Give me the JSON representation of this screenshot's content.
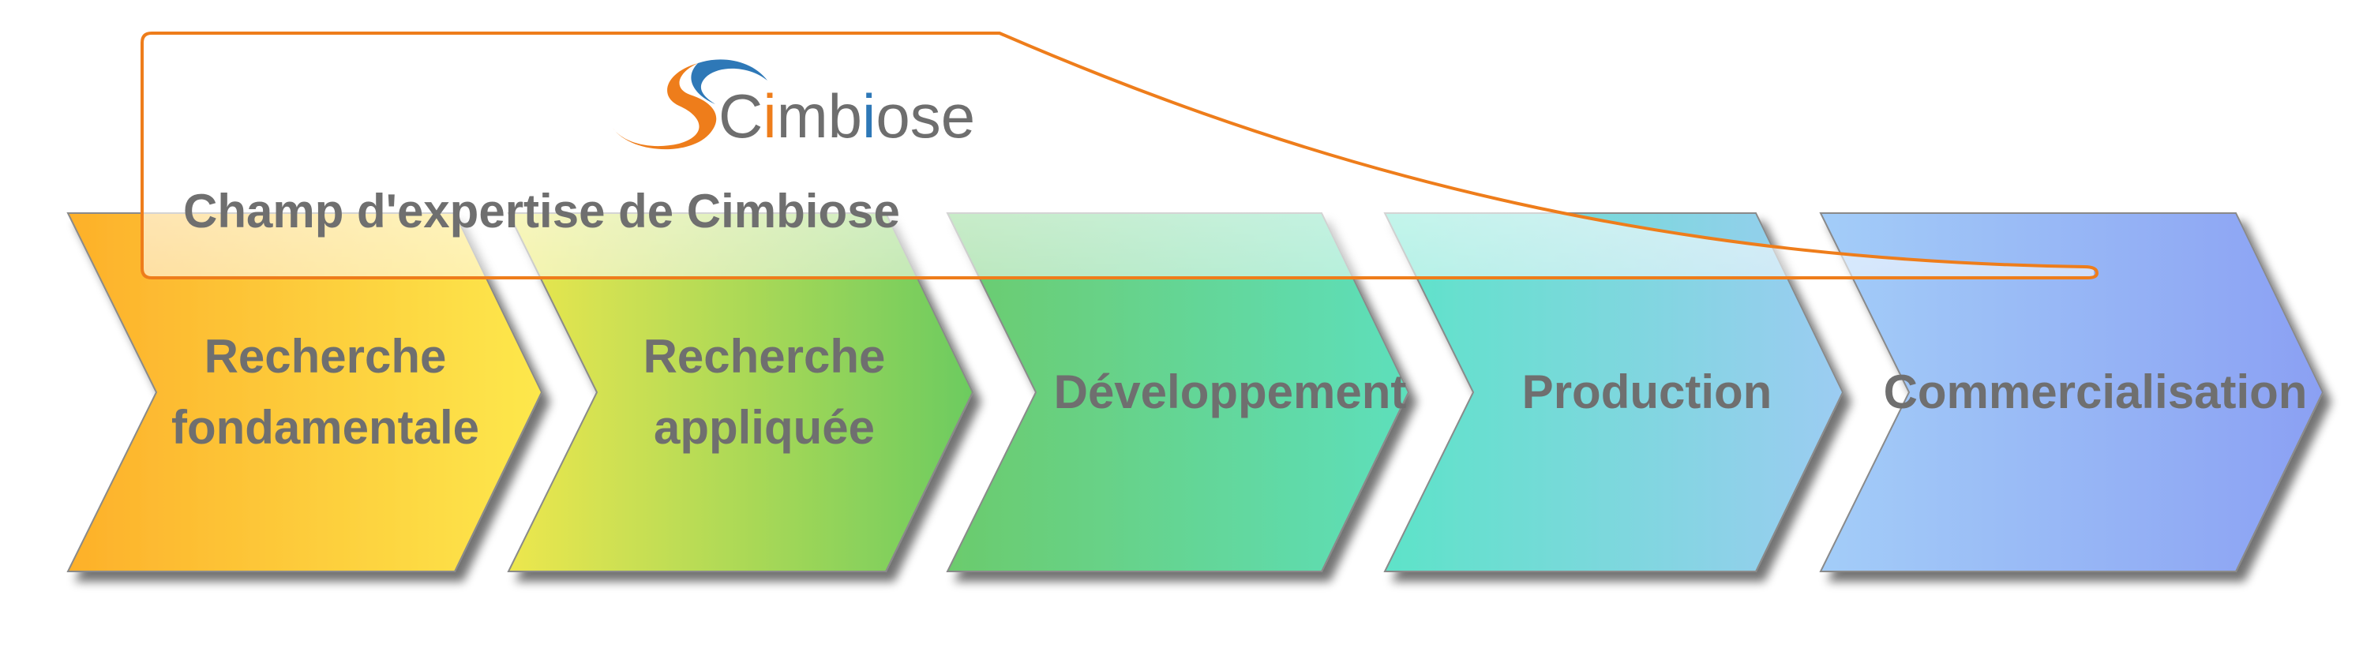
{
  "logo": {
    "text_prefix": "C",
    "text_i": "i",
    "text_mid": "mb",
    "text_i2": "i",
    "text_suffix": "ose",
    "colors": {
      "orange": "#ee7d1b",
      "blue": "#2e78b7",
      "gray": "#6e6e6e"
    }
  },
  "expertise": {
    "label": "Champ d'expertise de Cimbiose",
    "outline_color": "#ee7d1b"
  },
  "stages": [
    {
      "id": "recherche-fondamentale",
      "lines": [
        "Recherche",
        "fondamentale"
      ],
      "color_start": "#fdb02a",
      "color_end": "#fde84c"
    },
    {
      "id": "recherche-appliquee",
      "lines": [
        "Recherche",
        "appliquée"
      ],
      "color_start": "#ede74e",
      "color_end": "#6ccb5f"
    },
    {
      "id": "developpement",
      "lines": [
        "Développement"
      ],
      "color_start": "#6ccb6c",
      "color_end": "#5ddfbc"
    },
    {
      "id": "production",
      "lines": [
        "Production"
      ],
      "color_start": "#5de3c8",
      "color_end": "#9cccf2"
    },
    {
      "id": "commercialisation",
      "lines": [
        "Commercialisation"
      ],
      "color_start": "#a3cdf8",
      "color_end": "#8ba0f3"
    }
  ],
  "text_color": "#6f6f6f"
}
